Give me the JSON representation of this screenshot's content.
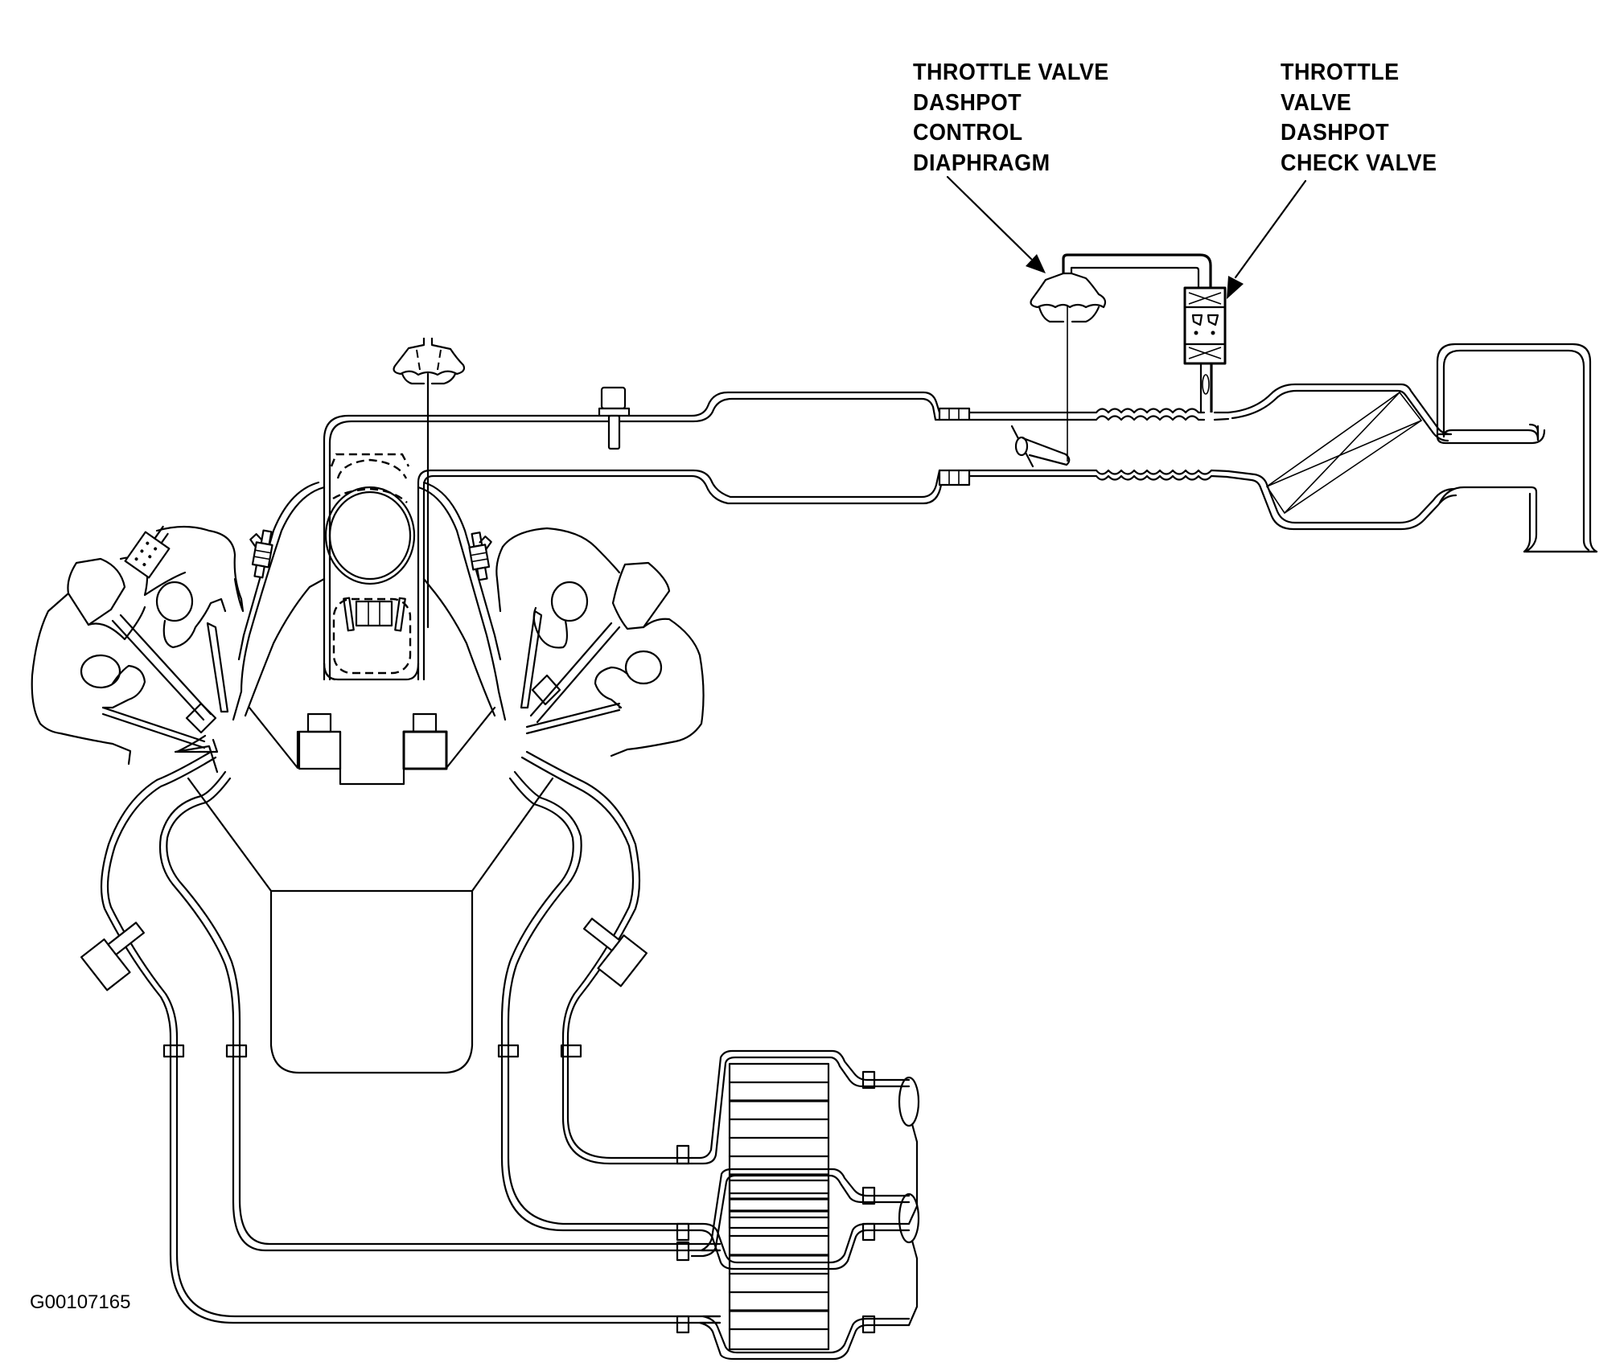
{
  "diagram": {
    "title": "Throttle valve dashpot system",
    "figure_id": "G00107165",
    "callouts": [
      {
        "id": "throttle-valve-dashpot-control-diaphragm",
        "lines": [
          "THROTTLE VALVE",
          "DASHPOT",
          "CONTROL",
          "DIAPHRAGM"
        ]
      },
      {
        "id": "throttle-valve-dashpot-check-valve",
        "lines": [
          "THROTTLE",
          "VALVE",
          "DASHPOT",
          "CHECK VALVE"
        ]
      }
    ],
    "components": [
      "air-cleaner-duct",
      "air-cleaner-filter",
      "intake-bellows",
      "throttle-body",
      "throttle-valve",
      "dashpot-control-diaphragm",
      "dashpot-check-valve",
      "intake-plenum",
      "fuel-injector-left",
      "fuel-injector-right",
      "cylinder-head-left",
      "cylinder-head-right",
      "engine-block",
      "exhaust-pipe-left",
      "exhaust-pipe-right",
      "oxygen-sensor-left",
      "oxygen-sensor-right",
      "catalytic-converter-upper",
      "catalytic-converter-lower"
    ],
    "colors": {
      "line": "#000000",
      "background": "#ffffff"
    }
  }
}
